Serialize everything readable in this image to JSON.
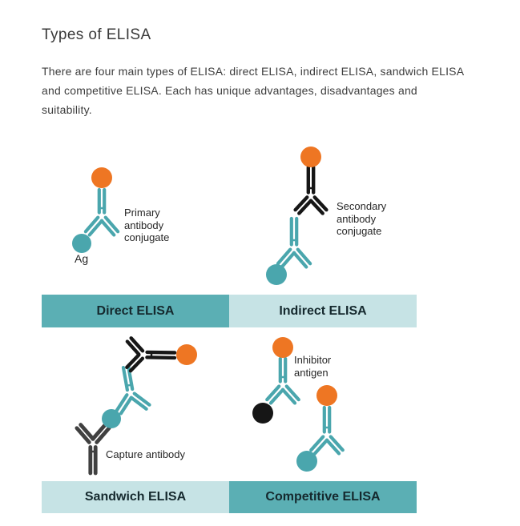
{
  "title": "Types of ELISA",
  "intro_lines": [
    "There are four main types of ELISA: direct ELISA, indirect ELISA, sandwich ELISA",
    "and competitive ELISA. Each has unique advantages, disadvantages and",
    "suitability."
  ],
  "panels": {
    "direct": {
      "label": "Direct ELISA",
      "annotation": "Primary antibody conjugate",
      "antigen_label": "Ag"
    },
    "indirect": {
      "label": "Indirect ELISA",
      "annotation": "Secondary antibody conjugate"
    },
    "sandwich": {
      "label": "Sandwich ELISA",
      "annotation": "Capture antibody"
    },
    "competitive": {
      "label": "Competitive ELISA",
      "annotation": "Inhibitor antigen"
    }
  },
  "colors": {
    "teal": "#4AA6AD",
    "orange": "#EE7623",
    "black": "#161616",
    "gray": "#404040",
    "banner_dark": "#5BAFB4",
    "banner_light": "#C6E3E5",
    "banner_text": "#15292E",
    "body_text": "#3D3D3D"
  }
}
